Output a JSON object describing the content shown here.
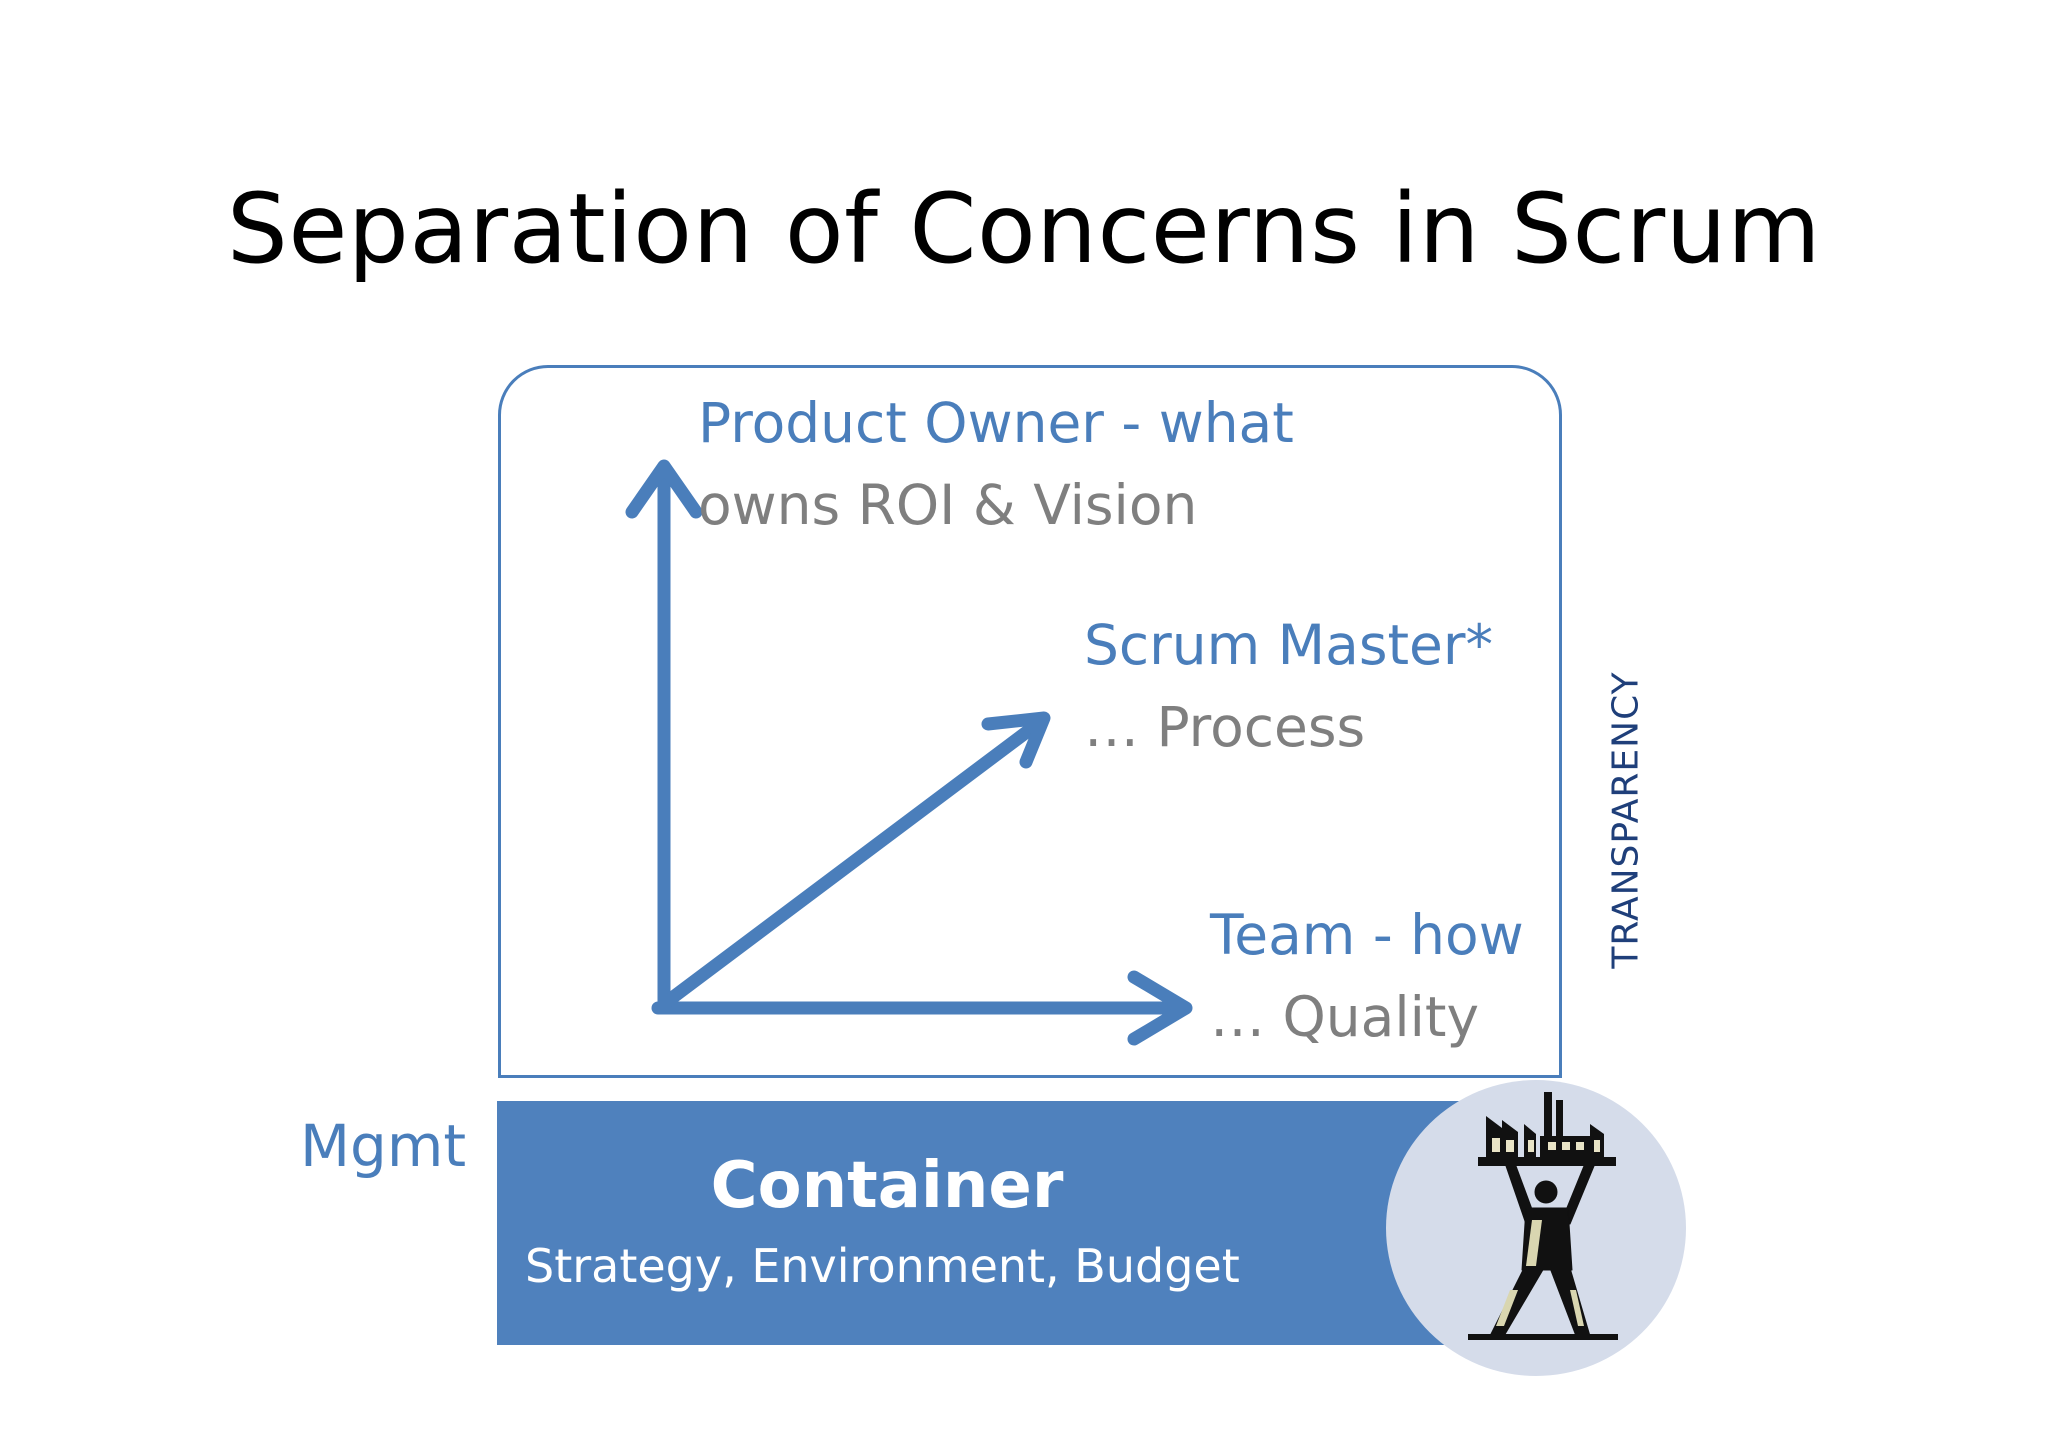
{
  "title": "Separation of Concerns in Scrum",
  "roles": {
    "product_owner": {
      "name": "Product Owner - what",
      "detail": "owns ROI & Vision"
    },
    "scrum_master": {
      "name": "Scrum Master*",
      "detail": "… Process"
    },
    "team": {
      "name": "Team - how",
      "detail": "… Quality"
    }
  },
  "side_label": "TRANSPARENCY",
  "management": {
    "label": "Mgmt",
    "container_title": "Container",
    "container_detail": "Strategy, Environment, Budget"
  },
  "illustration": "atlas-carrying-factory-icon",
  "colors": {
    "accent_blue": "#4a7ebb",
    "container_blue": "#4f81bd",
    "detail_grey": "#7f7f7f",
    "transparency_navy": "#1f3f7a",
    "circle_fill": "#d5dcea"
  }
}
